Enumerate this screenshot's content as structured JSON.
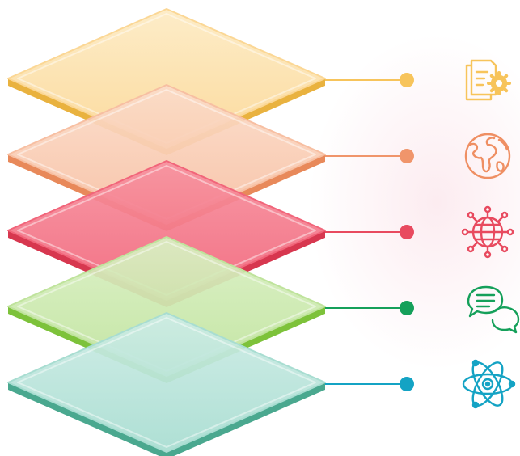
{
  "layers": [
    {
      "key": "layer-1",
      "top": "#fbd795",
      "top_light": "#fdebc4",
      "edge": "#e9b23f",
      "line": "#f7c45b",
      "dot": "#f7c45b",
      "icon": "documents-settings-icon",
      "icon_color": "#f7c45b"
    },
    {
      "key": "layer-2",
      "top": "#f7bfa2",
      "top_light": "#fbdcc9",
      "edge": "#e8895a",
      "line": "#f0956b",
      "dot": "#f0956b",
      "icon": "globe-icon",
      "icon_color": "#ef8f63"
    },
    {
      "key": "layer-3",
      "top": "#f1657a",
      "top_light": "#f7919f",
      "edge": "#d7374f",
      "line": "#e84a5f",
      "dot": "#e84a5f",
      "icon": "network-globe-icon",
      "icon_color": "#e84a5f"
    },
    {
      "key": "layer-4",
      "top": "#bfe39c",
      "top_light": "#daf0c4",
      "edge": "#7dc23a",
      "line": "#15a05a",
      "dot": "#15a05a",
      "icon": "chat-bubbles-icon",
      "icon_color": "#15a05a"
    },
    {
      "key": "layer-5",
      "top": "#a8ddd1",
      "top_light": "#cdece5",
      "edge": "#4aa88f",
      "line": "#14a3c4",
      "dot": "#14a3c4",
      "icon": "atom-icon",
      "icon_color": "#14a3c4"
    }
  ]
}
